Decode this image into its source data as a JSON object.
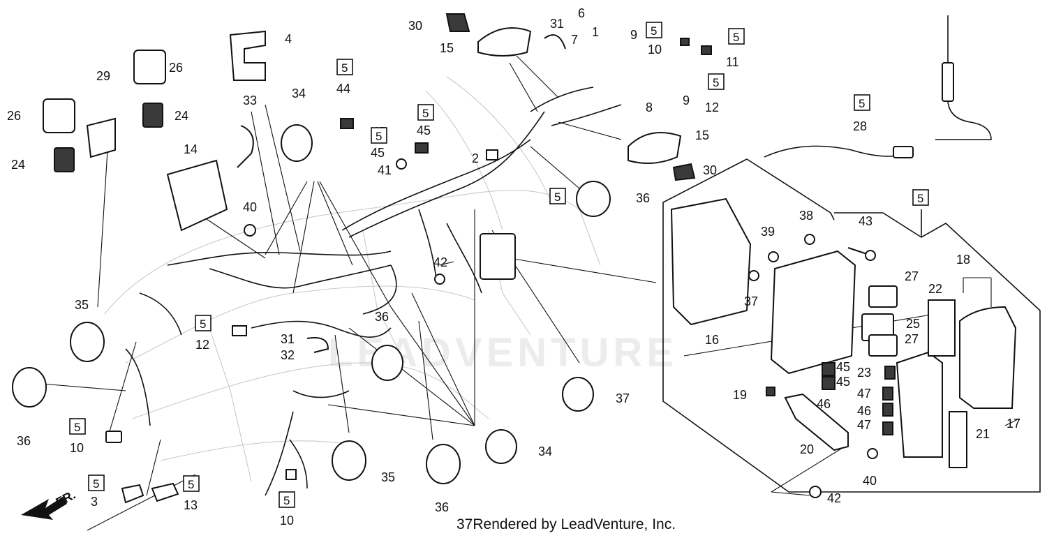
{
  "watermark": "LEADVENTURE",
  "credit_prefix": "37",
  "credit_text": "Rendered by LeadVenture, Inc.",
  "direction_label": "FR.",
  "part_labels": [
    "1",
    "2",
    "4",
    "6",
    "7",
    "8",
    "9",
    "9",
    "10",
    "11",
    "12",
    "14",
    "15",
    "15",
    "16",
    "17",
    "18",
    "19",
    "20",
    "21",
    "22",
    "23",
    "24",
    "24",
    "25",
    "26",
    "26",
    "27",
    "27",
    "28",
    "29",
    "30",
    "30",
    "31",
    "31",
    "32",
    "33",
    "34",
    "34",
    "35",
    "35",
    "36",
    "36",
    "36",
    "36",
    "37",
    "37",
    "38",
    "39",
    "40",
    "40",
    "41",
    "42",
    "42",
    "43",
    "44",
    "45",
    "45",
    "45",
    "45",
    "46",
    "46",
    "47",
    "47",
    "3",
    "13",
    "10",
    "12",
    "10",
    "45"
  ],
  "boxed_labels": [
    "5",
    "5",
    "5",
    "5",
    "5",
    "5",
    "5",
    "5",
    "5",
    "5",
    "5",
    "5",
    "5",
    "5",
    "5",
    "5"
  ]
}
